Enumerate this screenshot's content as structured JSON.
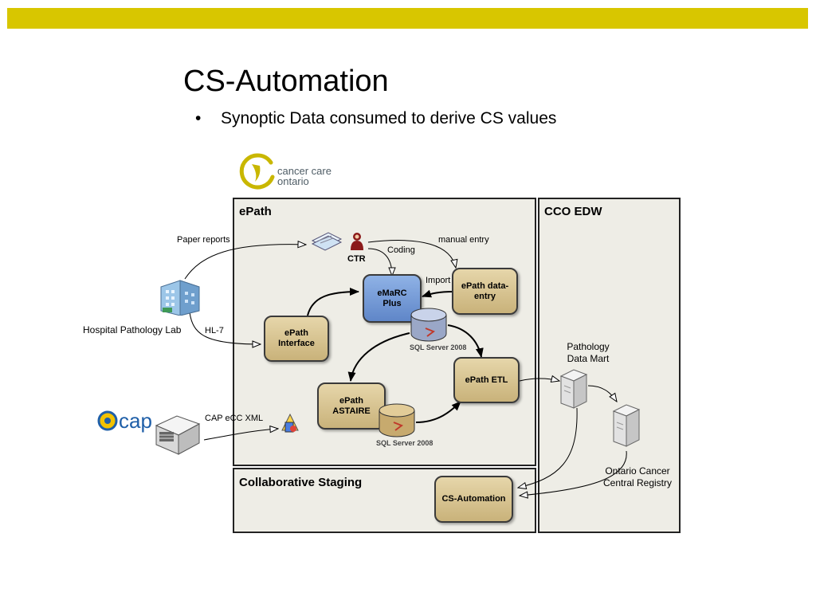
{
  "slide": {
    "title": "CS-Automation",
    "bullet": "Synoptic Data consumed to derive CS values"
  },
  "logo": {
    "line1": "cancer care",
    "line2": "ontario"
  },
  "panels": {
    "epath": "ePath",
    "cco_edw": "CCO EDW",
    "collab": "Collaborative Staging"
  },
  "nodes": {
    "emarc": "eMaRC Plus",
    "epath_data_entry": "ePath data-entry",
    "epath_interface": "ePath Interface",
    "epath_etl": "ePath ETL",
    "epath_astaire": "ePath ASTAIRE",
    "cs_automation": "CS-Automation"
  },
  "labels": {
    "paper_reports": "Paper reports",
    "manual_entry": "manual entry",
    "coding": "Coding",
    "ctr": "CTR",
    "import": "Import",
    "hospital_pathology_lab": "Hospital Pathology Lab",
    "hl7": "HL-7",
    "cap_ecc_xml": "CAP eCC XML",
    "pathology_data_mart": "Pathology Data Mart",
    "ontario_cancer_central_registry": "Ontario Cancer Central Registry",
    "cap_logo": "cap",
    "sql_server_1": "SQL Server 2008",
    "sql_server_2": "SQL Server 2008"
  },
  "colors": {
    "top_bar": "#d8c600",
    "node_tan": "#d7c38f",
    "node_blue": "#7a9fd8",
    "panel_bg": "#eeede6"
  }
}
